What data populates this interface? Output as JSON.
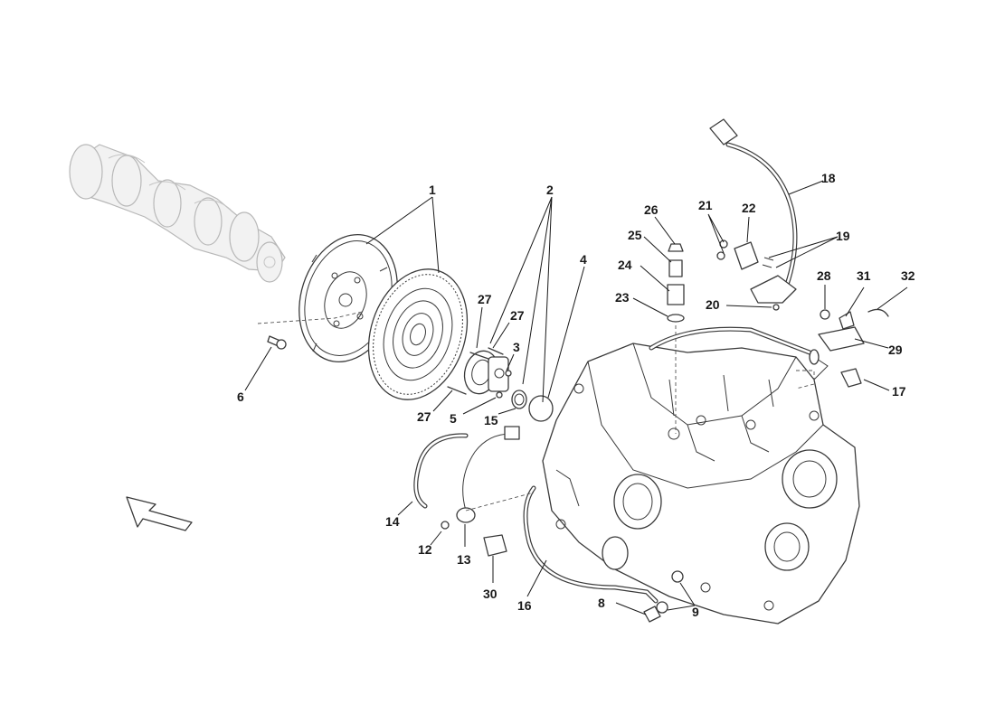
{
  "callouts": [
    {
      "id": "c1",
      "number": "1"
    },
    {
      "id": "c2",
      "number": "2"
    },
    {
      "id": "c3",
      "number": "3"
    },
    {
      "id": "c4",
      "number": "4"
    },
    {
      "id": "c5",
      "number": "5"
    },
    {
      "id": "c6",
      "number": "6"
    },
    {
      "id": "c8",
      "number": "8"
    },
    {
      "id": "c9",
      "number": "9"
    },
    {
      "id": "c12",
      "number": "12"
    },
    {
      "id": "c13",
      "number": "13"
    },
    {
      "id": "c14",
      "number": "14"
    },
    {
      "id": "c15",
      "number": "15"
    },
    {
      "id": "c16",
      "number": "16"
    },
    {
      "id": "c17",
      "number": "17"
    },
    {
      "id": "c18",
      "number": "18"
    },
    {
      "id": "c19",
      "number": "19"
    },
    {
      "id": "c20",
      "number": "20"
    },
    {
      "id": "c21",
      "number": "21"
    },
    {
      "id": "c22",
      "number": "22"
    },
    {
      "id": "c23",
      "number": "23"
    },
    {
      "id": "c24",
      "number": "24"
    },
    {
      "id": "c25",
      "number": "25"
    },
    {
      "id": "c26",
      "number": "26"
    },
    {
      "id": "c27a",
      "number": "27"
    },
    {
      "id": "c27b",
      "number": "27"
    },
    {
      "id": "c27c",
      "number": "27"
    },
    {
      "id": "c28",
      "number": "28"
    },
    {
      "id": "c29",
      "number": "29"
    },
    {
      "id": "c30",
      "number": "30"
    },
    {
      "id": "c31",
      "number": "31"
    },
    {
      "id": "c32",
      "number": "32"
    }
  ],
  "parts": [
    {
      "id": "crankshaft",
      "icon": "crankshaft-icon"
    },
    {
      "id": "flywheel",
      "icon": "flywheel-icon"
    },
    {
      "id": "clutch-assembly",
      "icon": "clutch-icon"
    },
    {
      "id": "release-bearing",
      "icon": "bearing-icon"
    },
    {
      "id": "gearbox-housing",
      "icon": "housing-icon"
    },
    {
      "id": "orientation-arrow",
      "icon": "arrow-icon"
    }
  ]
}
